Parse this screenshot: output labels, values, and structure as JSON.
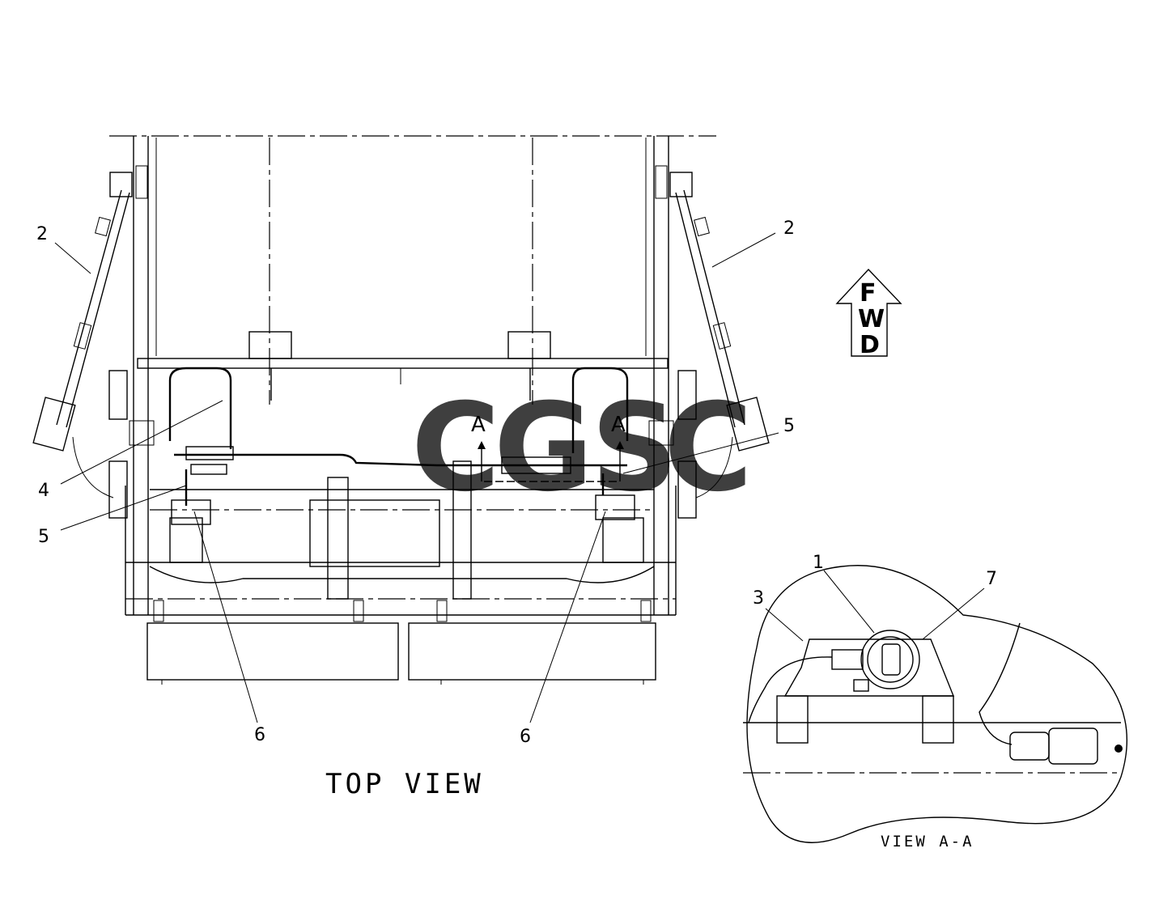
{
  "titles": {
    "top_view": "TOP VIEW",
    "view_aa": "VIEW A-A"
  },
  "fwd_arrow": {
    "letters": [
      "F",
      "W",
      "D"
    ]
  },
  "section_marks": [
    "A",
    "A"
  ],
  "callouts": {
    "c2_left": "2",
    "c2_right": "2",
    "c4": "4",
    "c5_left": "5",
    "c5_right": "5",
    "c6_left": "6",
    "c6_right": "6",
    "c1": "1",
    "c3": "3",
    "c7": "7"
  },
  "watermark": {
    "letters": [
      "C",
      "G",
      "S",
      "C"
    ],
    "colors": [
      "#3d8ef0",
      "#ef5b5b",
      "#f5c842",
      "#3aa878"
    ]
  }
}
